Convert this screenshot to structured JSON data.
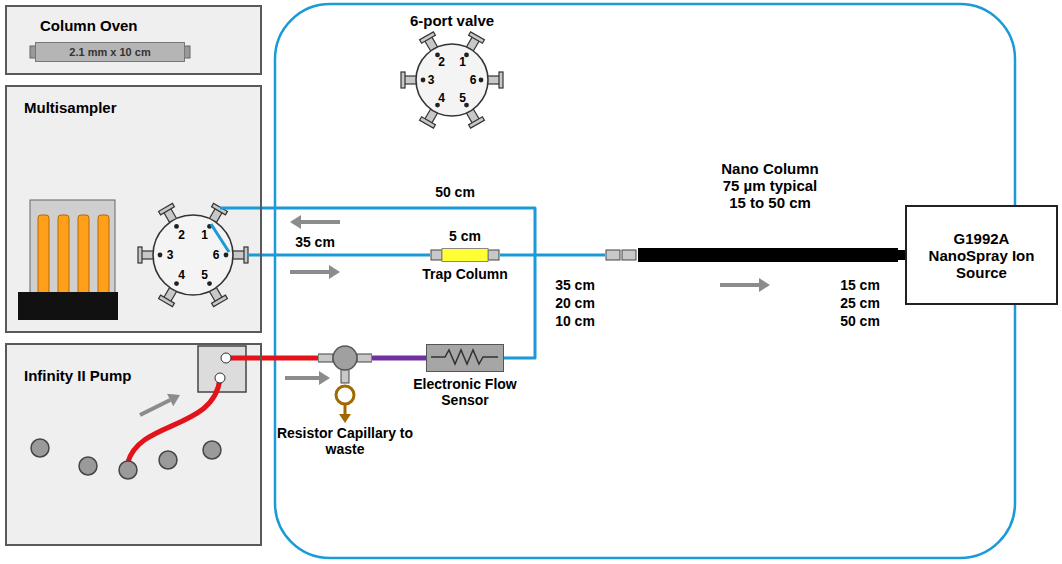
{
  "diagram": {
    "nodes": [
      {
        "text": [
          "Column Oven"
        ]
      },
      {
        "text": [
          "2.1 mm x 10 cm"
        ],
        "in": 0
      },
      {
        "text": [
          "Multisampler"
        ]
      },
      {
        "text": [
          "Infinity II Pump"
        ]
      },
      {
        "text": [
          "Trap Column"
        ]
      },
      {
        "text": [
          "Nano Column 75 µm typical 15 to 50 cm"
        ]
      },
      {
        "text": [
          "G1992A NanoSpray Ion Source"
        ]
      },
      {
        "text": [
          "Resistor Capillary to waste"
        ]
      },
      {
        "text": [
          "Electronic Flow Sensor"
        ]
      }
    ],
    "edges": [
      {
        "from": 3,
        "to": 7,
        "arrow": "none"
      },
      {
        "from": 7,
        "to": 8,
        "arrow": "none"
      },
      {
        "from": 8,
        "to": 2,
        "arrow": "none"
      },
      {
        "from": 2,
        "to": 4,
        "arrow": "none"
      },
      {
        "from": 4,
        "to": 5,
        "arrow": "none"
      },
      {
        "from": 5,
        "to": 6,
        "arrow": "none"
      }
    ],
    "labels": [
      "6-port valve",
      "2",
      "1",
      "3",
      "6",
      "4",
      "5",
      "2",
      "1",
      "3",
      "6",
      "4",
      "5",
      "50 cm",
      "35 cm",
      "5 cm",
      "35 cm",
      "20 cm",
      "10 cm",
      "15 cm",
      "25 cm",
      "50 cm"
    ]
  }
}
